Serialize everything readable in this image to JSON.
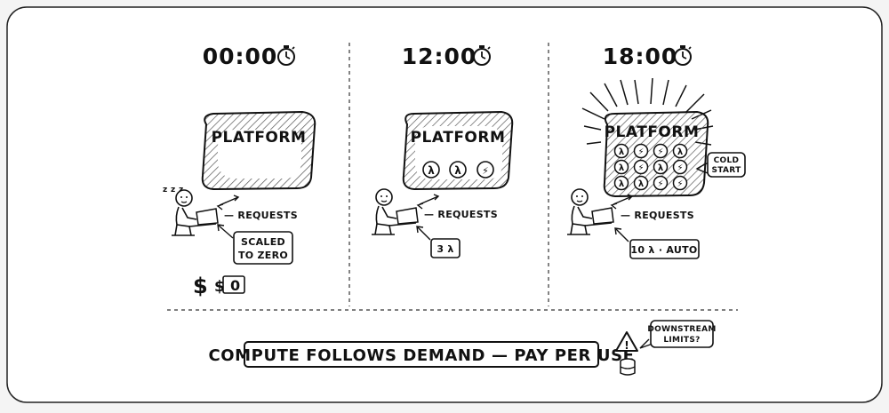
{
  "panels": [
    {
      "time": "00:00",
      "platform_label": "PLATFORM",
      "requests_label": "— REQUESTS",
      "note_line1": "SCALED",
      "note_line2": "TO ZERO",
      "sleep_text": "z z z",
      "cost_prefix": "$",
      "cost_value": "0",
      "dollar_icon": "$"
    },
    {
      "time": "12:00",
      "platform_label": "PLATFORM",
      "requests_label": "— REQUESTS",
      "note": "3 λ",
      "functions": [
        "λ",
        "λ",
        "⚡"
      ]
    },
    {
      "time": "18:00",
      "platform_label": "PLATFORM",
      "requests_label": "— REQUESTS",
      "note": "10 λ · AUTO",
      "cold_start_line1": "COLD",
      "cold_start_line2": "START",
      "functions": [
        "λ",
        "⚡",
        "⚡",
        "λ",
        "λ",
        "⚡",
        "λ",
        "⚡",
        "λ",
        "λ",
        "⚡",
        "⚡"
      ]
    }
  ],
  "banner": "COMPUTE FOLLOWS DEMAND — PAY PER USE",
  "warning_line1": "DOWNSTREAM",
  "warning_line2": "LIMITS?",
  "warning_icon": "!",
  "icons": [
    "stopwatch-icon",
    "laptop-icon",
    "lambda-icon",
    "lightning-icon",
    "warning-icon",
    "database-icon",
    "dollar-icon"
  ]
}
